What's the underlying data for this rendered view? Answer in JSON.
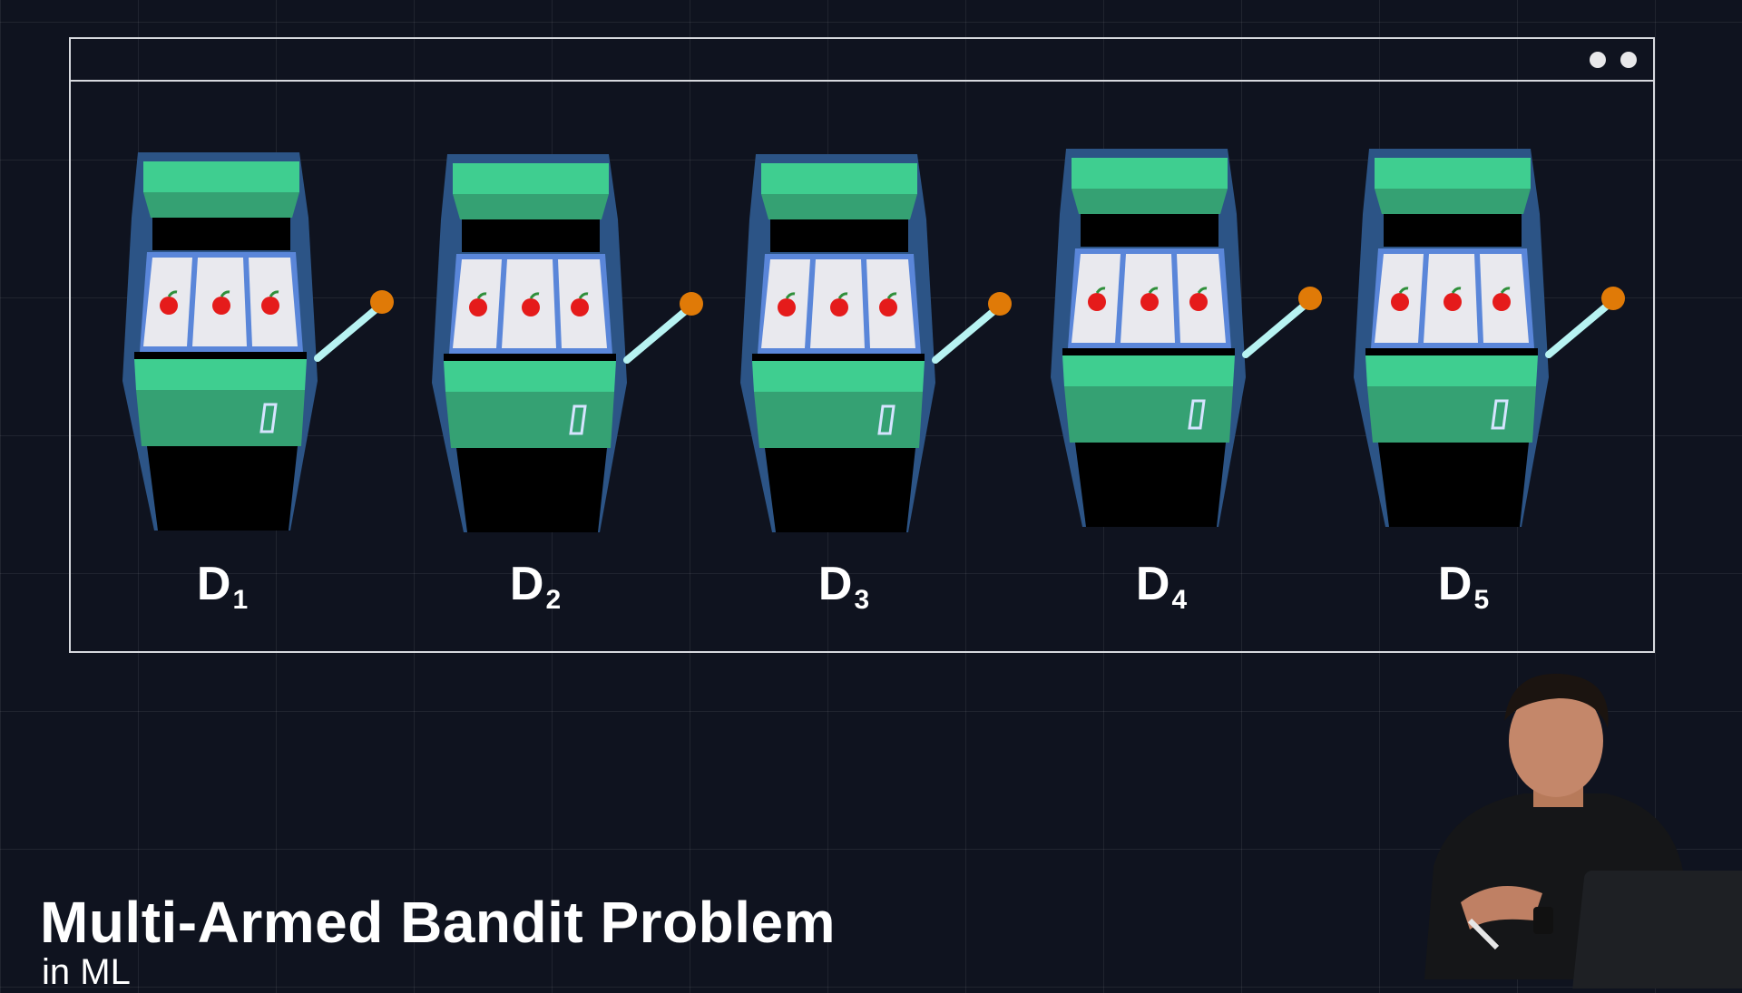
{
  "window": {
    "controls": [
      "dot",
      "dot"
    ]
  },
  "machines": [
    {
      "label": "D",
      "index": "1"
    },
    {
      "label": "D",
      "index": "2"
    },
    {
      "label": "D",
      "index": "3"
    },
    {
      "label": "D",
      "index": "4"
    },
    {
      "label": "D",
      "index": "5"
    }
  ],
  "colors": {
    "background": "#0f131f",
    "cabinet_side": "#2c5486",
    "cabinet_top": "#3fce90",
    "cabinet_mid": "#35a173",
    "reel_bg": "#e9e9ee",
    "reel_border": "#5a86d9",
    "lever": "#b7f3f2",
    "knob": "#e07a07",
    "fruit": "#e51b1b"
  },
  "icons": [
    "apple-icon",
    "coin-slot-icon",
    "lever-knob-icon"
  ],
  "caption": {
    "title": "Multi-Armed Bandit Problem",
    "subtitle": "in ML"
  }
}
